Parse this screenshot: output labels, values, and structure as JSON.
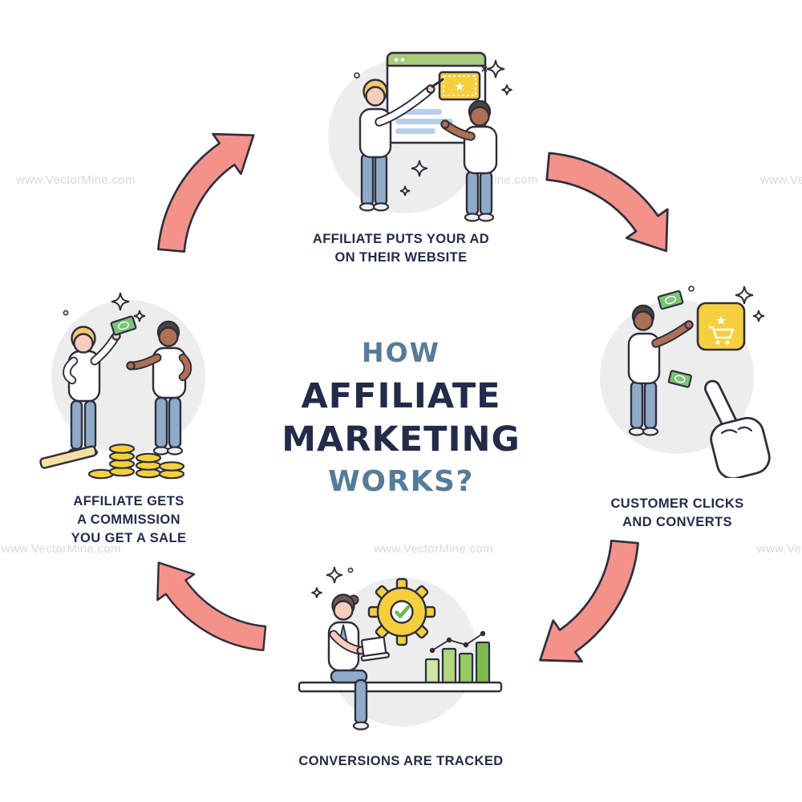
{
  "title": {
    "line1": "HOW",
    "line2": "AFFILIATE",
    "line3": "MARKETING",
    "line4": "WORKS?"
  },
  "steps": {
    "top": {
      "name": "affiliate-puts-ad",
      "lines": [
        "AFFILIATE PUTS YOUR AD",
        "ON THEIR WEBSITE"
      ]
    },
    "right": {
      "name": "customer-clicks",
      "lines": [
        "CUSTOMER CLICKS",
        "AND CONVERTS"
      ]
    },
    "bottom": {
      "name": "conversions-tracked",
      "lines": [
        "CONVERSIONS ARE TRACKED"
      ]
    },
    "left": {
      "name": "affiliate-commission",
      "lines": [
        "AFFILIATE GETS",
        "A COMMISSION",
        "YOU GET A SALE"
      ]
    }
  },
  "watermark": {
    "text": "www.VectorMine.com"
  },
  "colors": {
    "title_accent": "#567b97",
    "title_main": "#232b49",
    "caption_text": "#232b49",
    "arrow_fill": "#f2928b",
    "outline": "#2e2e3d",
    "scene_background": "#ededed",
    "accent_yellow": "#f6cf3f",
    "money_green": "#7cc576",
    "browser_bar_green": "#a9cb7c",
    "pants_blue": "#8fabc9",
    "skin_light": "#f6cdbd",
    "skin_brown": "#ad7055",
    "hair_blonde": "#f3c96f",
    "hair_dark": "#4a4340",
    "watermark_gray": "#d9d9d9"
  },
  "icons": [
    "sparkle-icon",
    "browser-window-icon",
    "ad-banner-star-icon",
    "close-icon",
    "shopping-cart-icon",
    "pointer-hand-icon",
    "money-bill-icon",
    "gear-check-icon",
    "bar-chart-icon",
    "coin-stack-icon",
    "pen-icon"
  ]
}
